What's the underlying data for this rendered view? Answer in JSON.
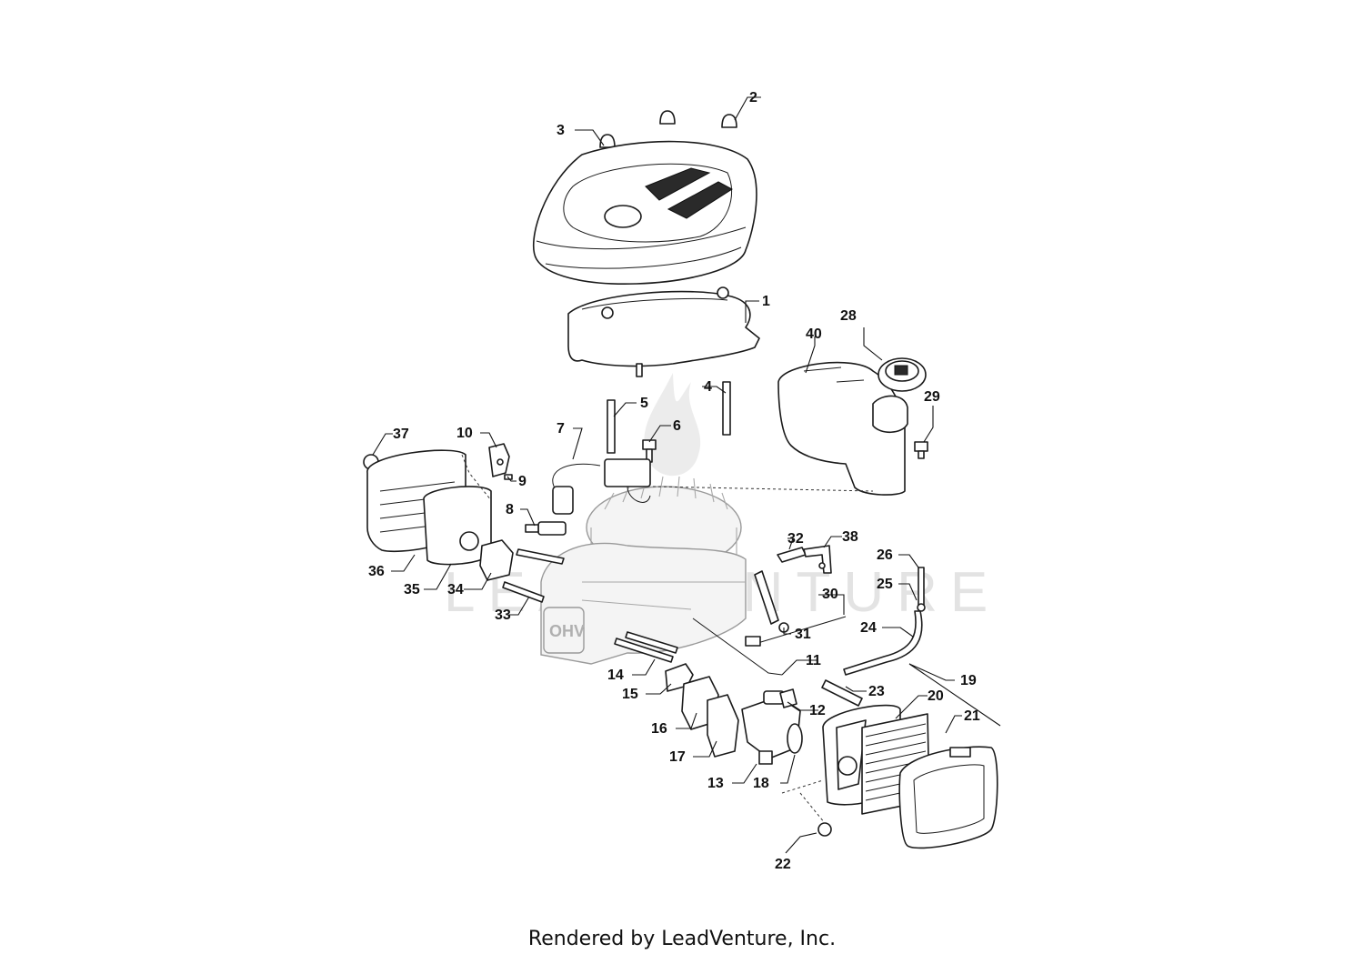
{
  "watermark": "LEADVENTURE",
  "footer": "Rendered by LeadVenture, Inc.",
  "callouts": [
    "1",
    "2",
    "3",
    "4",
    "5",
    "6",
    "7",
    "8",
    "9",
    "10",
    "11",
    "12",
    "13",
    "14",
    "15",
    "16",
    "17",
    "18",
    "19",
    "20",
    "21",
    "22",
    "23",
    "24",
    "25",
    "26",
    "28",
    "29",
    "30",
    "31",
    "32",
    "33",
    "34",
    "35",
    "36",
    "37",
    "38",
    "40"
  ],
  "engine_badge": "OHV"
}
